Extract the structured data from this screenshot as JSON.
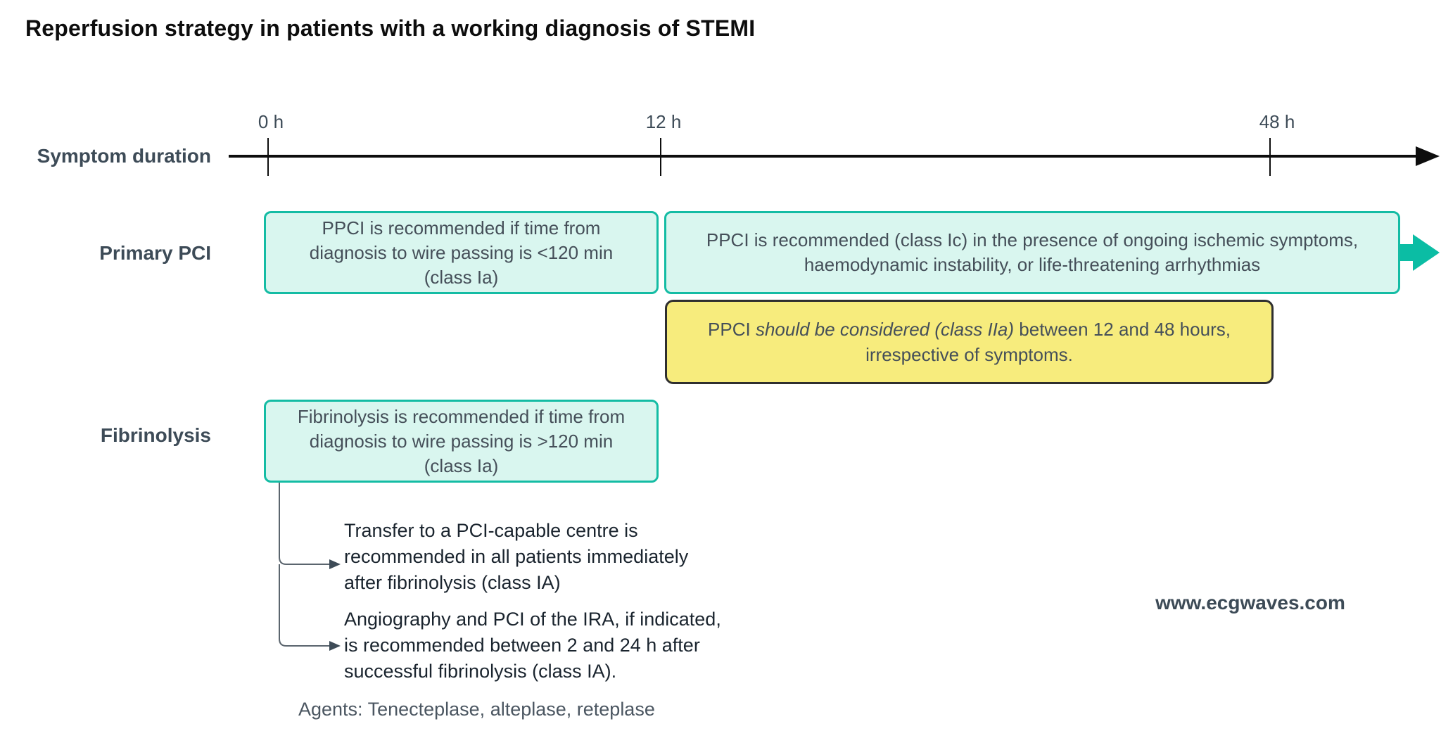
{
  "title": "Reperfusion strategy in patients with a working diagnosis of STEMI",
  "watermark": "www.ecgwaves.com",
  "colors": {
    "mint_fill": "#d9f6ef",
    "teal_border": "#14bca4",
    "teal_arrow": "#0bbda4",
    "yellow_fill": "#f7ec7d",
    "yellow_border": "#2f2f2f",
    "slate_text": "#3d4b57",
    "box_text": "#454f59",
    "axis_black": "#0d0d0d",
    "connector_gray": "#5b656e"
  },
  "timeline": {
    "label": "Symptom duration",
    "ticks": [
      {
        "label": "0 h"
      },
      {
        "label": "12 h"
      },
      {
        "label": "48 h"
      }
    ]
  },
  "primary_pci": {
    "label": "Primary PCI",
    "early_box": "PPCI is recommended if time from diagnosis to wire passing is <120 min (class Ia)",
    "ongoing_box": "PPCI is recommended (class Ic) in the presence of ongoing ischemic symptoms, haemodynamic instability, or life-threatening arrhythmias",
    "considered_box": {
      "prefix": "PPCI ",
      "italic": "should be considered (class IIa)",
      "suffix": " between 12 and 48 hours, irrespective of symptoms."
    }
  },
  "fibrinolysis": {
    "label": "Fibrinolysis",
    "box": "Fibrinolysis is recommended if time from diagnosis to wire passing is >120 min (class Ia)",
    "note_transfer": "Transfer to a PCI-capable centre is recommended in all patients immediately after fibrinolysis (class IA)",
    "note_angiography": "Angiography and PCI of the IRA, if indicated, is recommended between 2 and 24 h after successful fibrinolysis (class IA).",
    "agents": "Agents: Tenecteplase, alteplase, reteplase"
  }
}
